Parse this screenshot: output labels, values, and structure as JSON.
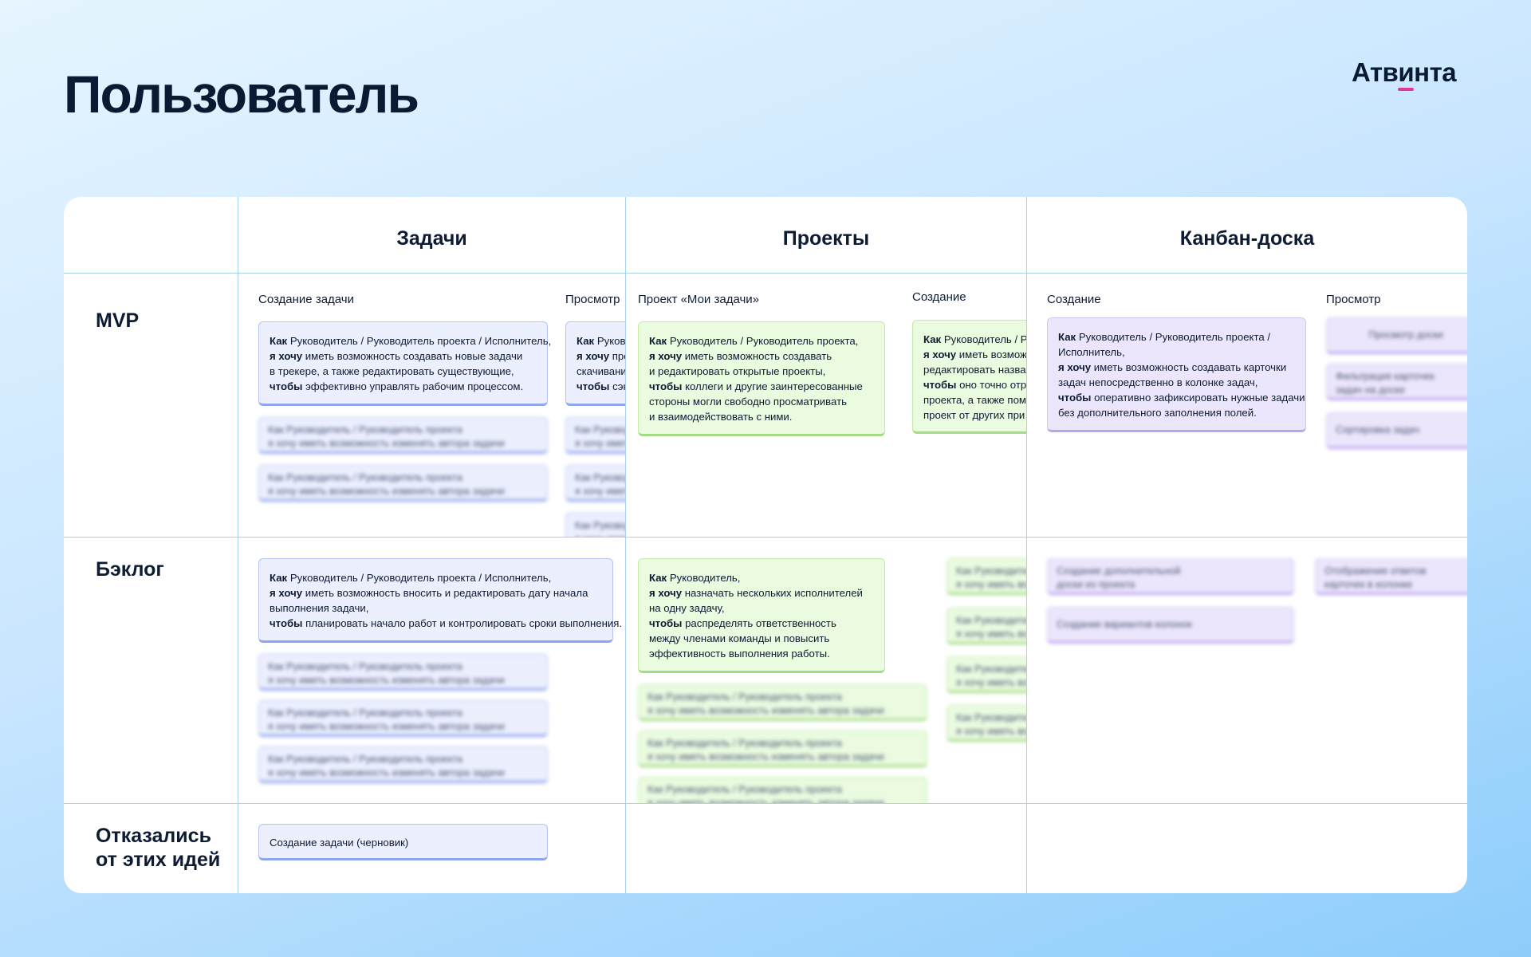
{
  "page": {
    "title": "Пользователь",
    "logo": "Атвинта"
  },
  "columns": [
    "Задачи",
    "Проекты",
    "Канбан-доска"
  ],
  "rows": [
    {
      "lines": [
        "MVP"
      ]
    },
    {
      "lines": [
        "Бэклог"
      ]
    },
    {
      "lines": [
        "Отказались",
        "от этих идей"
      ]
    }
  ],
  "colors": {
    "blue_card": "#eceffe",
    "green_card": "#eafbe0",
    "purple_card": "#ece6fc",
    "grid_line": "#a7d3f3",
    "logo_accent": "#e2389b"
  },
  "mvp": {
    "tasks": {
      "sub1": "Создание задачи",
      "sub2": "Просмотр",
      "card_main": {
        "lines": [
          [
            {
              "b": "Как"
            },
            {
              "t": " Руководитель / Руководитель проекта / Исполнитель,"
            }
          ],
          [
            {
              "b": "я хочу"
            },
            {
              "t": " иметь возможность создавать новые задачи"
            }
          ],
          [
            {
              "t": "в трекере, а также редактировать существующие,"
            }
          ],
          [
            {
              "b": "чтобы"
            },
            {
              "t": " эффективно управлять рабочим процессом."
            }
          ]
        ]
      },
      "card_view": {
        "lines": [
          [
            {
              "b": "Как"
            },
            {
              "t": " Руководитель проекта"
            }
          ],
          [
            {
              "b": "я хочу"
            },
            {
              "t": " просматривать и"
            }
          ],
          [
            {
              "t": "скачивание вложений,"
            }
          ],
          [
            {
              "b": "чтобы"
            },
            {
              "t": " сэкономить время"
            }
          ]
        ]
      },
      "blurred": {
        "l1": "Как Руководитель / Руководитель проекта",
        "l2": "я хочу иметь возможность изменять автора задачи"
      }
    },
    "projects": {
      "sub1": "Проект «Мои задачи»",
      "sub2": "Создание",
      "card_main": {
        "lines": [
          [
            {
              "b": "Как"
            },
            {
              "t": " Руководитель / Руководитель проекта,"
            }
          ],
          [
            {
              "b": "я хочу"
            },
            {
              "t": " иметь возможность создавать"
            }
          ],
          [
            {
              "t": "и редактировать открытые проекты,"
            }
          ],
          [
            {
              "b": "чтобы"
            },
            {
              "t": " коллеги и другие заинтересованные"
            }
          ],
          [
            {
              "t": "стороны могли свободно просматривать"
            }
          ],
          [
            {
              "t": "и взаимодействовать с ними."
            }
          ]
        ]
      },
      "card_create": {
        "lines": [
          [
            {
              "b": "Как"
            },
            {
              "t": " Руководитель / Руководитель проекта,"
            }
          ],
          [
            {
              "b": "я хочу"
            },
            {
              "t": " иметь возможность создавать"
            }
          ],
          [
            {
              "t": "редактировать названия проектов,"
            }
          ],
          [
            {
              "b": "чтобы"
            },
            {
              "t": " оно точно отражало суть"
            }
          ],
          [
            {
              "t": "проекта, а также помогало отличить"
            }
          ],
          [
            {
              "t": "проект от других при поиске."
            }
          ]
        ]
      }
    },
    "kanban": {
      "sub1": "Создание",
      "sub2": "Просмотр",
      "card_main": {
        "lines": [
          [
            {
              "b": "Как"
            },
            {
              "t": " Руководитель / Руководитель проекта /"
            }
          ],
          [
            {
              "t": "Исполнитель,"
            }
          ],
          [
            {
              "b": "я хочу"
            },
            {
              "t": " иметь возможность создавать карточки"
            }
          ],
          [
            {
              "t": "задач непосредственно в колонке задач,"
            }
          ],
          [
            {
              "b": "чтобы"
            },
            {
              "t": " оперативно зафиксировать нужные задачи"
            }
          ],
          [
            {
              "t": "без дополнительного заполнения полей."
            }
          ]
        ]
      },
      "blur1": "Просмотр доски",
      "blur2a": "Фильтрация карточек",
      "blur2b": "задач на доске",
      "blur3": "Сортировка задач"
    }
  },
  "backlog": {
    "tasks": {
      "card_main": {
        "lines": [
          [
            {
              "b": "Как"
            },
            {
              "t": " Руководитель / Руководитель проекта / Исполнитель,"
            }
          ],
          [
            {
              "b": "я хочу"
            },
            {
              "t": " иметь возможность вносить и редактировать дату начала"
            }
          ],
          [
            {
              "t": "выполнения задачи,"
            }
          ],
          [
            {
              "b": "чтобы"
            },
            {
              "t": " планировать начало работ и контролировать сроки выполнения."
            }
          ]
        ]
      }
    },
    "projects": {
      "card_main": {
        "lines": [
          [
            {
              "b": "Как"
            },
            {
              "t": " Руководитель,"
            }
          ],
          [
            {
              "b": "я хочу"
            },
            {
              "t": " назначать нескольких исполнителей"
            }
          ],
          [
            {
              "t": "на одну задачу,"
            }
          ],
          [
            {
              "b": "чтобы"
            },
            {
              "t": " распределять ответственность"
            }
          ],
          [
            {
              "t": "между членами команды и повысить"
            }
          ],
          [
            {
              "t": "эффективность выполнения работы."
            }
          ]
        ]
      }
    },
    "kanban": {
      "blur1a": "Создание дополнительной",
      "blur1b": "доски из проекта",
      "blur2": "Создание вариантов колонок",
      "blur3a": "Отображение ответов",
      "blur3b": "карточек в колонке"
    }
  },
  "rejected": {
    "tasks_card": "Создание задачи (черновик)"
  }
}
